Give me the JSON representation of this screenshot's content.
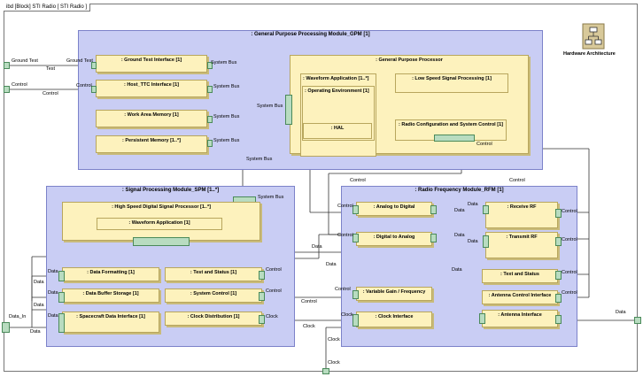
{
  "frame": {
    "title": "ibd [Block] STI Radio [ STI Radio ]"
  },
  "hw": {
    "label": "Hardware Architecture",
    "icon": "hierarchy-diagram-icon"
  },
  "gpm": {
    "title": ": General Purpose Processing Module_GPM [1]",
    "parts": {
      "ground_test": ": Ground Test Interface [1]",
      "host_ttc": ": Host_TTC Interface [1]",
      "work_area": ": Work Area Memory [1]",
      "persistent": ": Persistent Memory [1..*]"
    },
    "gpp": {
      "title": ": General Purpose Processor",
      "waveform": ": Waveform Application [1..*]",
      "operating_env": ": Operating Environment [1]",
      "hal": ": HAL",
      "low_speed": ": Low Speed Signal Processing [1]",
      "radio_config": ": Radio Configuration and System Control [1]"
    }
  },
  "spm": {
    "title": ": Signal Processing Module_SPM [1..*]",
    "hsdsp": ": High Speed Digital Signal Processor [1..*]",
    "waveform": ": Waveform Application [1]",
    "parts": {
      "data_formatting": ": Data Formatting [1]",
      "data_buffer": ": Data Buffer Storage [1]",
      "spacecraft_data": ": Spacecraft Data Interface [1]",
      "test_status": ": Test and Status [1]",
      "system_control": ": System Control [1]",
      "clock_dist": ": Clock Distribution [1]"
    }
  },
  "rfm": {
    "title": ": Radio Frequency Module_RFM [1]",
    "parts": {
      "a2d": ": Analog to Digital",
      "d2a": ": Digital to Analog",
      "vgf": ": Variable Gain / Frequency",
      "clock_if": ": Clock Interface",
      "receive_rf": ": Receive RF",
      "transmit_rf": ": Transmit RF",
      "test_status": ": Text and Status",
      "antenna_ctrl": ": Antenna Control Interface",
      "antenna_if": ": Antenna Interface"
    }
  },
  "labels": {
    "ground_test": "Ground Test",
    "test": "Test",
    "control": "Control",
    "system_bus": "System Bus",
    "data": "Data",
    "data_in": "Data_In",
    "clock": "Clock"
  },
  "colors": {
    "module": "#c9cdf4",
    "part": "#fdf2bd",
    "port": "#b8dcc0"
  }
}
